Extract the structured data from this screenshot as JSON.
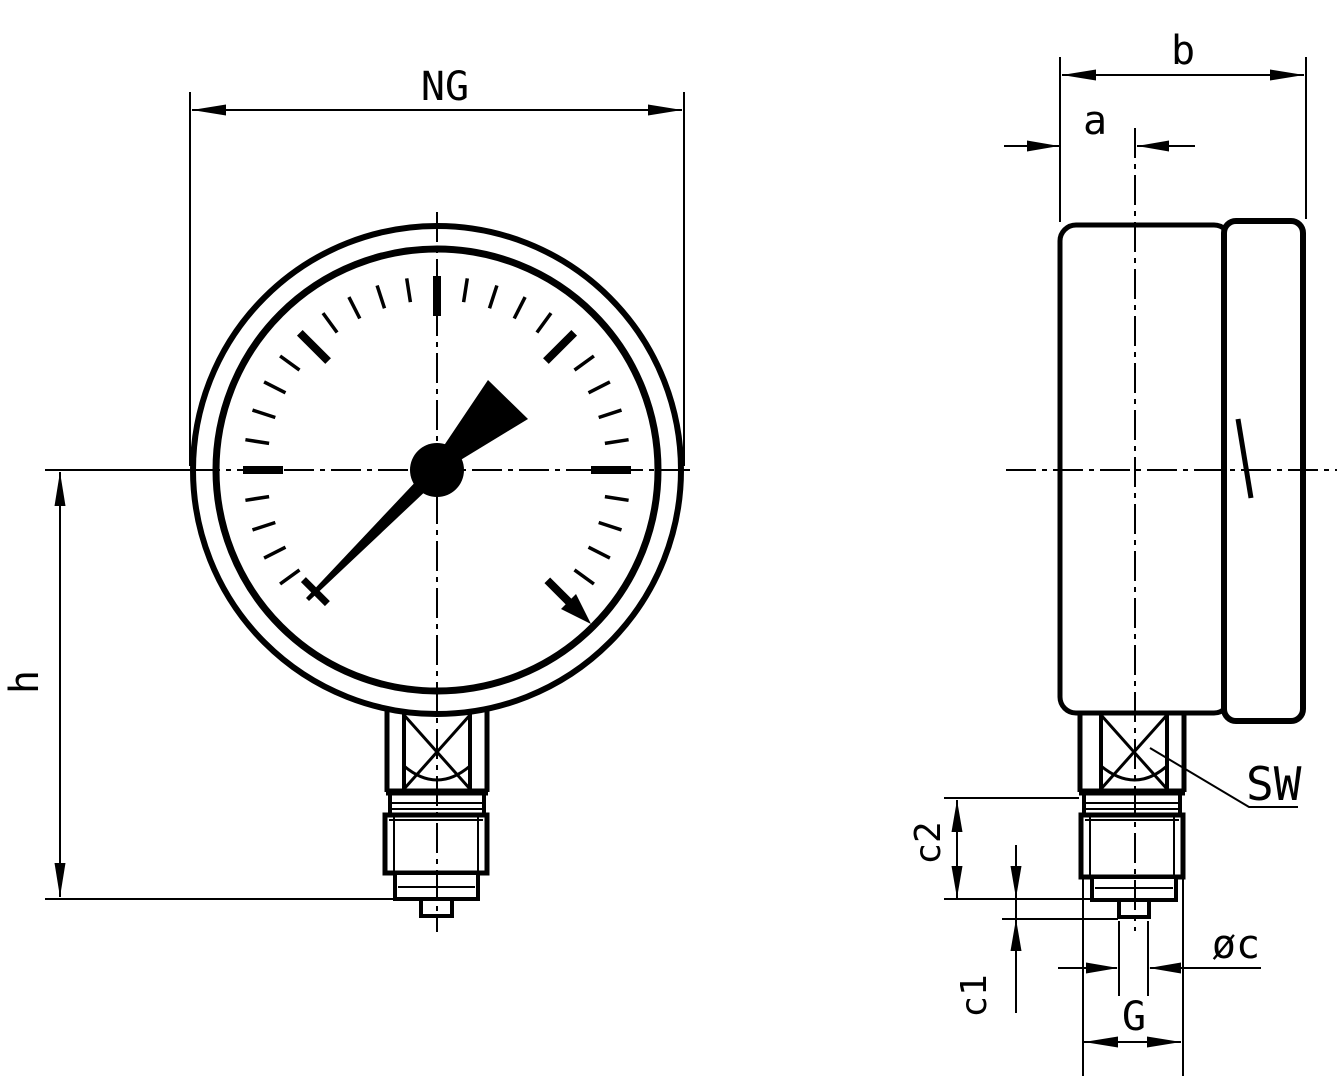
{
  "drawing": {
    "labels": {
      "ng": "NG",
      "b": "b",
      "a": "a",
      "h": "h",
      "sw": "SW",
      "c2": "c2",
      "c1": "c1",
      "dia_c": "øc",
      "g": "G"
    }
  }
}
